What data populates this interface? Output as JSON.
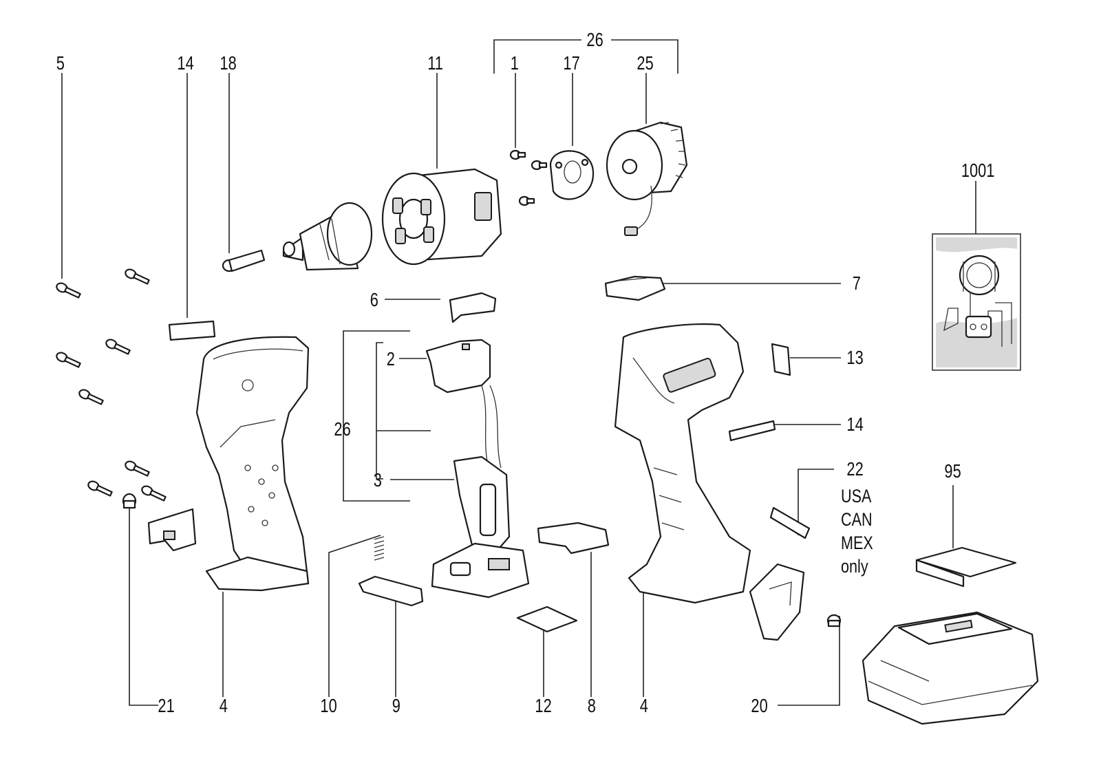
{
  "labels": {
    "l5": "5",
    "l14a": "14",
    "l18": "18",
    "l11": "11",
    "l26a": "26",
    "l1": "1",
    "l17": "17",
    "l25": "25",
    "l1001": "1001",
    "l7": "7",
    "l6": "6",
    "l2": "2",
    "l26b": "26",
    "l3": "3",
    "l13": "13",
    "l14b": "14",
    "l22": "22",
    "l95": "95",
    "l21": "21",
    "l4a": "4",
    "l10": "10",
    "l9": "9",
    "l12": "12",
    "l8": "8",
    "l4b": "4",
    "l20": "20"
  },
  "region_note": [
    "USA",
    "CAN",
    "MEX",
    "only"
  ]
}
